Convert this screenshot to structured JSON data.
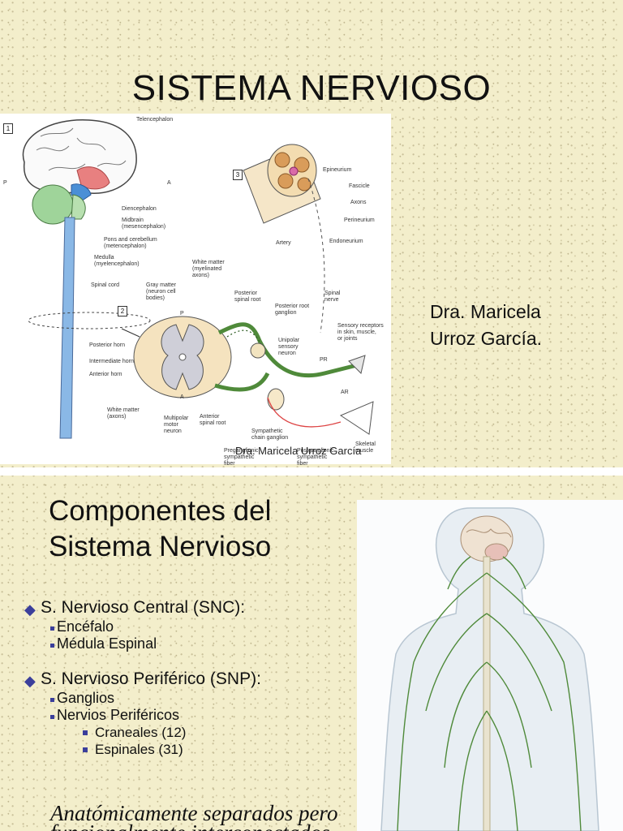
{
  "slide1": {
    "title": "SISTEMA NERVIOSO",
    "author_line1": "Dra. Maricela",
    "author_line2": "Urroz García.",
    "watermark": "Dra. Maricela Urroz García",
    "figure": {
      "box1": "1",
      "box2": "2",
      "box3": "3",
      "p_left": "P",
      "a_left": "A",
      "p_center": "P",
      "a_center": "A",
      "telencephalon": "Telencephalon",
      "diencephalon": "Diencephalon",
      "midbrain": "Midbrain\n(mesencephalon)",
      "pons": "Pons and cerebellum\n(metencephalon)",
      "medulla": "Medulla\n(myelencephalon)",
      "spinal_cord": "Spinal cord",
      "epineurium": "Epineurium",
      "fascicle": "Fascicle",
      "axons": "Axons",
      "perineurium": "Perineurium",
      "endoneurium": "Endoneurium",
      "artery": "Artery",
      "white_matter_myel": "White matter\n(myelinated\naxons)",
      "gray_matter": "Gray matter\n(neuron cell\nbodies)",
      "posterior_spinal_root": "Posterior\nspinal root",
      "posterior_root_ganglion": "Posterior root\nganglion",
      "spinal_nerve": "Spinal\nnerve",
      "sensory_receptors": "Sensory receptors\nin skin, muscle,\nor joints",
      "unipolar": "Unipolar\nsensory\nneuron",
      "posterior_horn": "Posterior horn",
      "intermediate_horn": "Intermediate horn",
      "anterior_horn": "Anterior horn",
      "white_matter_axons": "White matter\n(axons)",
      "multipolar": "Multipolar\nmotor\nneuron",
      "anterior_spinal_root": "Anterior\nspinal root",
      "sympathetic_ganglion": "Sympathetic\nchain ganglion",
      "preganglionic": "Preganglionic\nsympathetic\nfiber",
      "postganglionic": "Postganglionic\nsympathetic\nfiber",
      "skeletal_muscle": "Skeletal\nmuscle",
      "pr": "PR",
      "ar": "AR"
    }
  },
  "slide2": {
    "title_line1": "Componentes del",
    "title_line2": "Sistema Nervioso",
    "snc": {
      "label": "S. Nervioso Central (SNC):",
      "items": [
        "Encéfalo",
        "Médula Espinal"
      ]
    },
    "snp": {
      "label": "S. Nervioso Periférico (SNP):",
      "items": [
        "Ganglios",
        "Nervios Periféricos"
      ],
      "subitems": [
        "Craneales (12)",
        "Espinales (31)"
      ]
    },
    "footer_line1": "Anatómicamente separados pero",
    "footer_line2": "funcionalmente interconectados"
  },
  "colors": {
    "background": "#f3eecb",
    "bullet": "#3b3f9b",
    "nerve_green": "#4f8a3a"
  }
}
